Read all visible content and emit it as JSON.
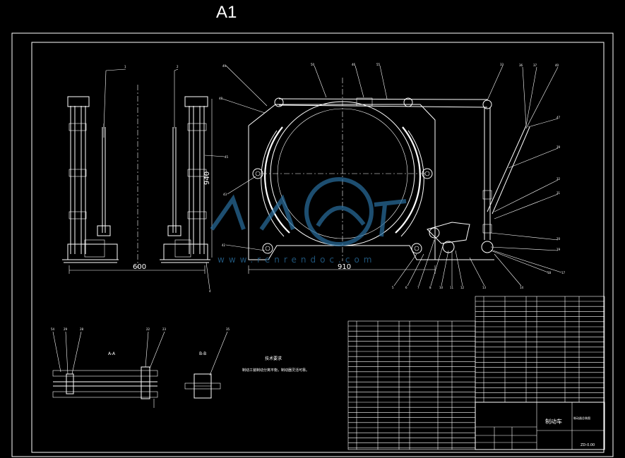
{
  "sheet_size": "A1",
  "dimensions": {
    "left_width": "600",
    "left_height": "940",
    "main_width": "910"
  },
  "sections": {
    "section_a": "A-A",
    "section_b": "B-B"
  },
  "notes_title": "技术要求",
  "notes_text": "制动工装制动分离平衡，制动器灵活可靠。",
  "title_block": {
    "name": "制动车",
    "subtitle": "制动器总装图",
    "drawing_no": "ZD-0.00"
  },
  "watermark": {
    "brand": "人人文库",
    "url": "www.renrendoc.com"
  },
  "colors": {
    "lines": "#ffffff",
    "background": "#000000",
    "watermark": "#2a6fa0"
  }
}
